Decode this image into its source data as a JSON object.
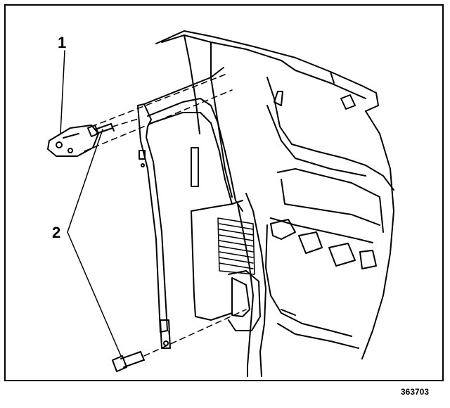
{
  "callouts": {
    "part_1": "1",
    "part_2": "2"
  },
  "figure_number": "363703",
  "colors": {
    "line": "#000000",
    "background": "#ffffff"
  }
}
